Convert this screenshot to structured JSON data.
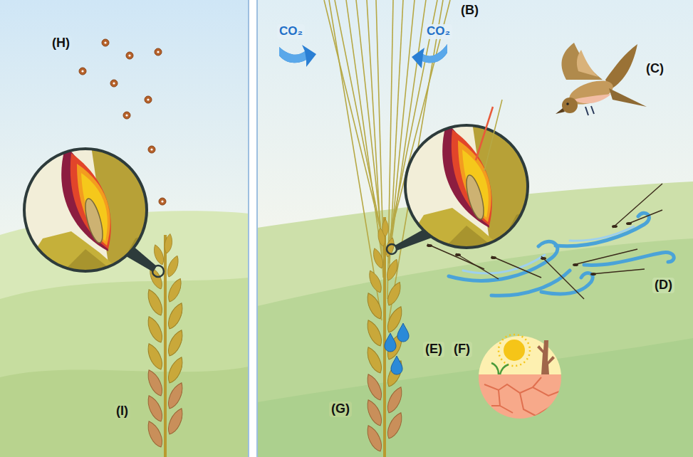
{
  "diagram": {
    "labels": [
      "(H)",
      "CO₂",
      "(B)",
      "CO₂",
      "(C)",
      "(D)",
      "(E)",
      "(F)",
      "(I)",
      "(G)"
    ]
  }
}
